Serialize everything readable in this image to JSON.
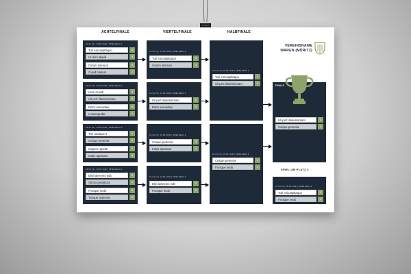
{
  "headers": {
    "achtelfinale": "ACHTELFINALE",
    "viertelfinale": "VIERTELFINALE",
    "halbfinale": "HALBFINALE",
    "spiel_um_platz": "SPIEL UM PLATZ 3"
  },
  "club": {
    "line1": "VEREINSNAME",
    "line2": "WAREN (MÜRITZ)"
  },
  "colors": {
    "navy": "#1f2a38",
    "accent": "#8ea36a",
    "paper": "#ffffff"
  },
  "matches": {
    "r16": [
      {
        "title": "01.01.21 | 10:00 UHR | SPIELFELD 1",
        "t1": "Turi enicaspitaquo",
        "s1": "5",
        "t2": "Ur mini alquid",
        "s2": "3",
        "t3": "Cetum intenum",
        "s3": "0",
        "t4": "Cupid blatiam",
        "s4": "1"
      },
      {
        "title": "01.01.21 | 10:00 UHR | SPIELFELD 2",
        "t1": "Uuru moedi",
        "s1": "3",
        "t2": "Uli pert illuderisimam",
        "s2": "4",
        "t3": "Petro serundavi",
        "s3": "5",
        "t4": "Licarespudar",
        "s4": "1"
      },
      {
        "title": "01.01.21 | 10:00 UHR | SPIELFELD 3",
        "t1": "The undique it",
        "s1": "1",
        "t2": "Celque pertenia",
        "s2": "2",
        "t3": "Oquem repelar",
        "s3": "1",
        "t4": "Intuis aparatus",
        "s4": "4"
      },
      {
        "title": "01.01.21 | 10:00 UHR | SPIELFELD 4",
        "t1": "Elivi ideeeres edit",
        "s1": "3",
        "t2": "Olimio pedaticas",
        "s2": "1",
        "t3": "Frusque sedo",
        "s3": "2",
        "t4": "Tonque aspicaes",
        "s4": "5"
      }
    ],
    "qf": [
      {
        "title": "01.01.21 | 14:00 UHR | SPIELFELD 1",
        "t1": "Turi enicaspitaquo",
        "s1": "3",
        "t2": "Cetum intenum",
        "s2": "1"
      },
      {
        "title": "01.01.21 | 14:00 UHR | SPIELFELD 2",
        "t1": "Uli pert illuderisimam",
        "s1": "2",
        "t2": "Petro serundavi",
        "s2": "1"
      },
      {
        "title": "01.01.21 | 14:00 UHR | SPIELFELD 3",
        "t1": "Celque pertenia",
        "s1": "3",
        "t2": "Intuis aparatus",
        "s2": "1"
      },
      {
        "title": "01.01.21 | 14:00 UHR | SPIELFELD 4",
        "t1": "Elivi ideeeres edit",
        "s1": "1",
        "t2": "Frusque sedo",
        "s2": "2"
      }
    ],
    "sf": [
      {
        "title": "01.01.21 | 16:00 UHR | SPIELFELD 1",
        "t1": "Turi enicaspitaquo",
        "s1": "1",
        "t2": "Uli pert illuderisimam",
        "s2": "3"
      },
      {
        "title": "01.01.21 | 16:00 UHR | SPIELFELD 2",
        "t1": "Celque pertenia",
        "s1": "2",
        "t2": "Frusque sedo",
        "s2": "1"
      }
    ],
    "final": {
      "label": "FINALE",
      "t1": "Uli pert illuderisimam",
      "s1": "3",
      "t2": "Celque pertenia",
      "s2": "2"
    },
    "third": {
      "title": "01.01.21 | 18:00 UHR | SPIELFELD 2",
      "t1": "Turi enicaspitaquo",
      "s1": "2",
      "t2": "Frusque sedo",
      "s2": "3"
    }
  }
}
